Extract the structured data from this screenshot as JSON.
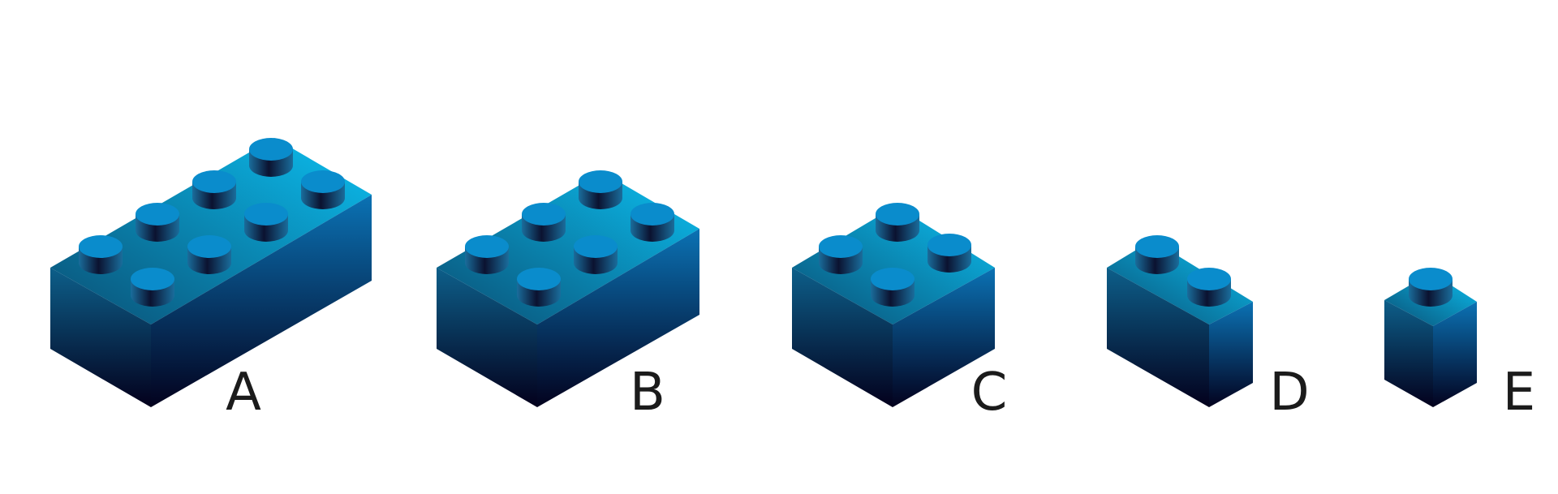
{
  "colors": {
    "background": "#ffffff",
    "top_dark": "#0a4f74",
    "top_light": "#0bbff0",
    "front_top": "#0d5f8a",
    "front_bottom": "#03001c",
    "right_top": "#0b72b4",
    "right_bottom": "#03021e",
    "stud_top": "#0a8ccc",
    "stud_side_light": "#1a6d9c",
    "stud_side_dark": "#0b1230",
    "label": "#1b1b1b"
  },
  "bricks": [
    {
      "label": "A",
      "studs_a": 4,
      "studs_b": 2
    },
    {
      "label": "B",
      "studs_a": 3,
      "studs_b": 2
    },
    {
      "label": "C",
      "studs_a": 2,
      "studs_b": 2
    },
    {
      "label": "D",
      "studs_a": 1,
      "studs_b": 2
    },
    {
      "label": "E",
      "studs_a": 1,
      "studs_b": 1
    }
  ]
}
